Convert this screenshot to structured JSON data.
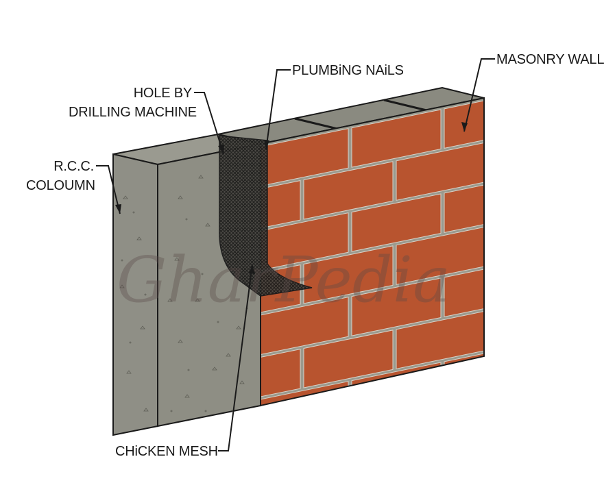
{
  "labels": {
    "masonry_wall": "MASONRY WALL",
    "plumbing_nails": "PLUMBiNG NAiLS",
    "hole_line1": "HOLE BY",
    "hole_line2": "DRILLING MACHINE",
    "rcc_line1": "R.C.C.",
    "rcc_line2": "COLOUMN",
    "chicken_mesh": "CHiCKEN MESH"
  },
  "watermark": "GharPedia",
  "colors": {
    "brick": "#b8542f",
    "brick_top": "#8c8c82",
    "mortar": "#9a9a8e",
    "concrete": "#8e8e84",
    "concrete_side": "#9b9b90",
    "mesh": "#3a3a38",
    "outline": "#1a1a1a"
  },
  "icons": [
    "brick-wall-icon",
    "concrete-column-icon",
    "chicken-mesh-icon"
  ]
}
